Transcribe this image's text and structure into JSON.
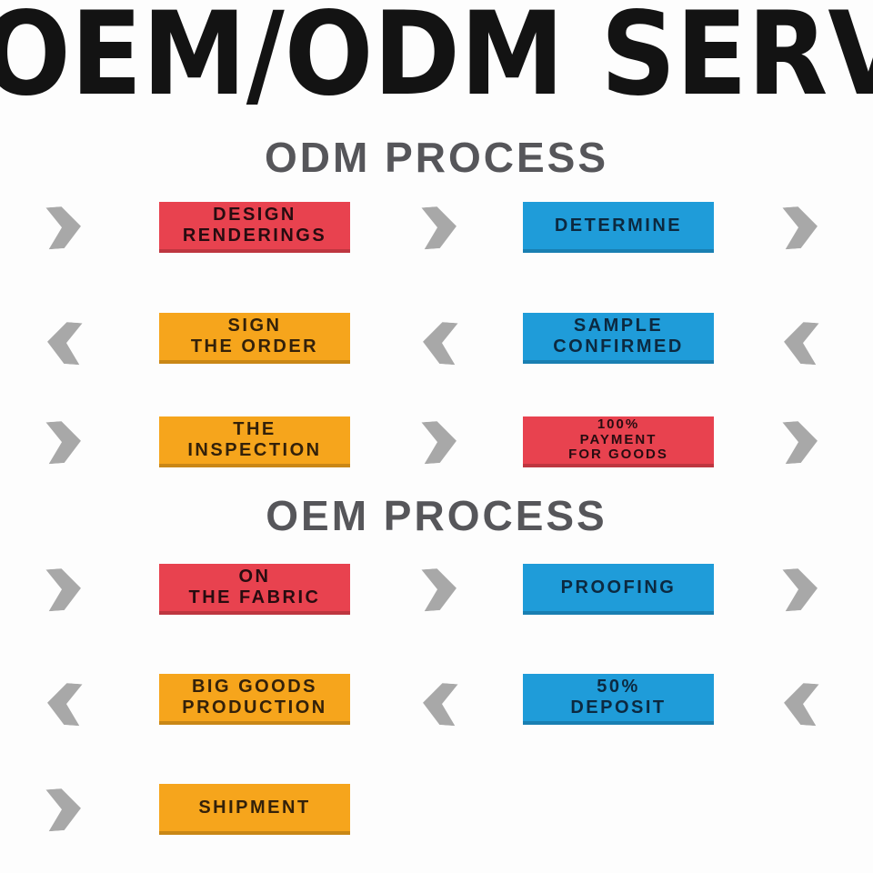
{
  "title": "OEM/ODM SERVICE",
  "colors": {
    "red": "#e8424f",
    "blue": "#1f9cd9",
    "orange": "#f6a51c",
    "arrow": "#a8a8a8",
    "heading": "#56565a",
    "title": "#131313"
  },
  "sections": [
    {
      "name": "odm",
      "heading": "ODM PROCESS",
      "rows": [
        {
          "direction": "right",
          "boxes": [
            {
              "color": "red",
              "lines": [
                "DESIGN",
                "RENDERINGS"
              ]
            },
            {
              "color": "blue",
              "lines": [
                "DETERMINE"
              ]
            }
          ]
        },
        {
          "direction": "left",
          "boxes": [
            {
              "color": "orange",
              "lines": [
                "SIGN",
                "THE ORDER"
              ]
            },
            {
              "color": "blue",
              "lines": [
                "SAMPLE",
                "CONFIRMED"
              ]
            }
          ]
        },
        {
          "direction": "right",
          "boxes": [
            {
              "color": "orange",
              "lines": [
                "THE",
                "INSPECTION"
              ]
            },
            {
              "color": "red",
              "lines": [
                "100%",
                "PAYMENT",
                "FOR GOODS"
              ]
            }
          ]
        }
      ]
    },
    {
      "name": "oem",
      "heading": "OEM PROCESS",
      "rows": [
        {
          "direction": "right",
          "boxes": [
            {
              "color": "red",
              "lines": [
                "ON",
                "THE FABRIC"
              ]
            },
            {
              "color": "blue",
              "lines": [
                "PROOFING"
              ]
            }
          ]
        },
        {
          "direction": "left",
          "boxes": [
            {
              "color": "orange",
              "lines": [
                "BIG GOODS",
                "PRODUCTION"
              ]
            },
            {
              "color": "blue",
              "lines": [
                "50%",
                "DEPOSIT"
              ]
            }
          ]
        },
        {
          "direction": "right",
          "boxes": [
            {
              "color": "orange",
              "lines": [
                "SHIPMENT"
              ]
            }
          ]
        }
      ]
    }
  ]
}
